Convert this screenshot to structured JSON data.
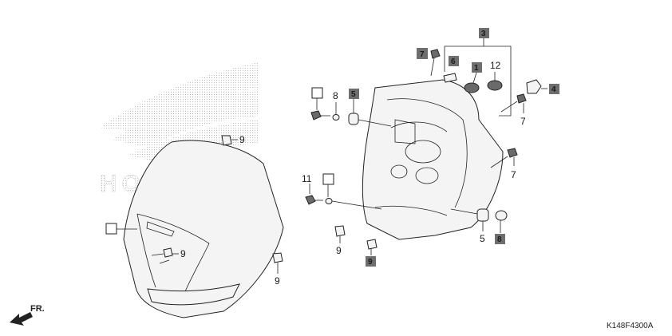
{
  "diagram": {
    "code": "K148F4300A",
    "direction": "FR.",
    "brand_watermark": "HONDA",
    "callouts": {
      "c1": "1",
      "c3": "3",
      "c4": "4",
      "c5_box": "5",
      "c5": "5",
      "c6": "6",
      "c7_box": "7",
      "c7a": "7",
      "c7b": "7",
      "c8": "8",
      "c8_box": "8",
      "c9a": "9",
      "c9b": "9",
      "c9c": "9",
      "c9d": "9",
      "c9_box": "9",
      "c11": "11",
      "c12": "12"
    },
    "colors": {
      "box_fill": "#6e6e6e",
      "stroke": "#222222",
      "dots": "#bdbdbd"
    }
  }
}
